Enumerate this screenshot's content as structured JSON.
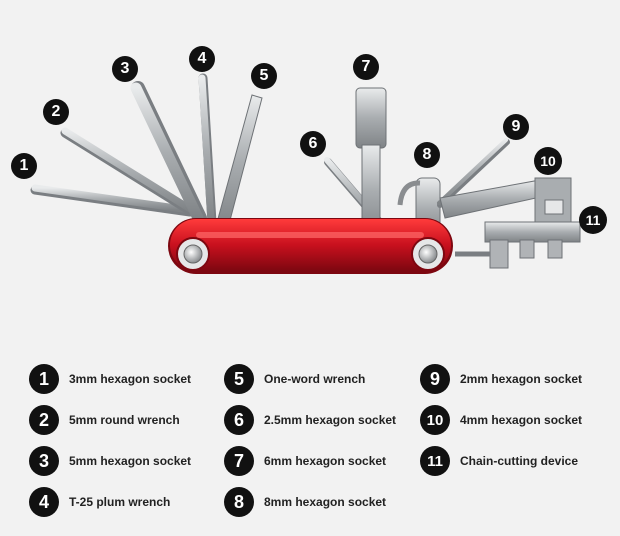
{
  "legend": [
    {
      "num": "1",
      "label": "3mm hexagon socket"
    },
    {
      "num": "2",
      "label": "5mm round wrench"
    },
    {
      "num": "3",
      "label": "5mm hexagon socket"
    },
    {
      "num": "4",
      "label": "T-25 plum wrench"
    },
    {
      "num": "5",
      "label": "One-word wrench"
    },
    {
      "num": "6",
      "label": "2.5mm hexagon socket"
    },
    {
      "num": "7",
      "label": "6mm hexagon socket"
    },
    {
      "num": "8",
      "label": "8mm hexagon socket"
    },
    {
      "num": "9",
      "label": "2mm hexagon socket"
    },
    {
      "num": "10",
      "label": "4mm hexagon socket"
    },
    {
      "num": "11",
      "label": "Chain-cutting device"
    }
  ],
  "colors": {
    "body": "#c8101e",
    "metal": "#bfc2c4",
    "marker": "#111111",
    "background": "#f2f2f2"
  }
}
